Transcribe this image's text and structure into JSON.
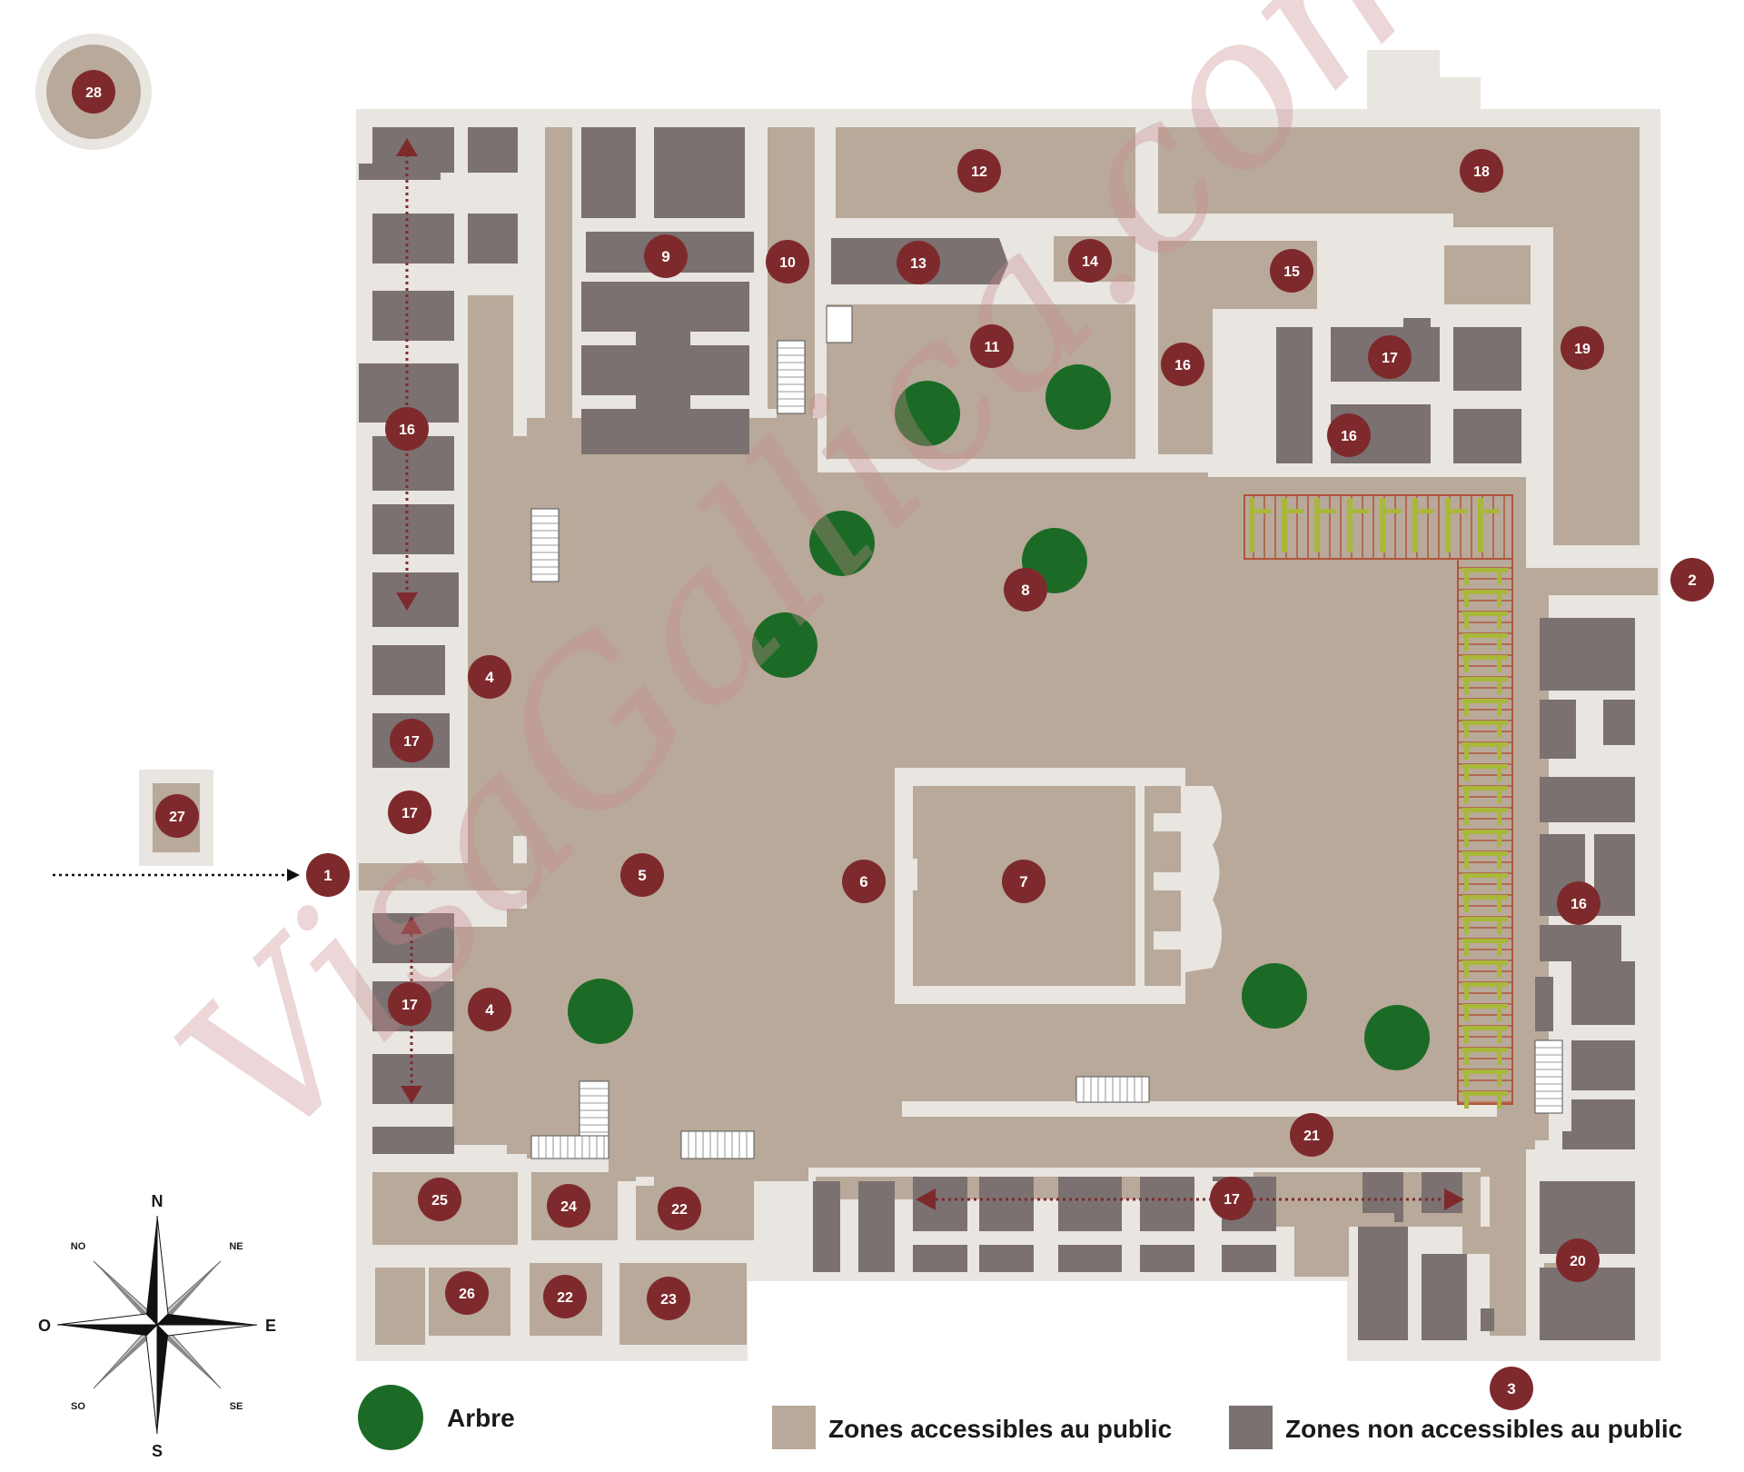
{
  "colors": {
    "wall": "#e9e5e0",
    "public": "#b8a99a",
    "restricted": "#7b7170",
    "marker": "#7e2a2c",
    "tree": "#1b6b26",
    "vine": "#a8b83a",
    "trellis": "#b0553a",
    "watermark": "#c98a8d"
  },
  "markers": [
    {
      "id": "m28",
      "label": "28"
    },
    {
      "id": "m1",
      "label": "1"
    },
    {
      "id": "m2",
      "label": "2"
    },
    {
      "id": "m3",
      "label": "3"
    },
    {
      "id": "m4a",
      "label": "4"
    },
    {
      "id": "m4b",
      "label": "4"
    },
    {
      "id": "m5",
      "label": "5"
    },
    {
      "id": "m6",
      "label": "6"
    },
    {
      "id": "m7",
      "label": "7"
    },
    {
      "id": "m8",
      "label": "8"
    },
    {
      "id": "m9",
      "label": "9"
    },
    {
      "id": "m10",
      "label": "10"
    },
    {
      "id": "m11",
      "label": "11"
    },
    {
      "id": "m12",
      "label": "12"
    },
    {
      "id": "m13",
      "label": "13"
    },
    {
      "id": "m14",
      "label": "14"
    },
    {
      "id": "m15",
      "label": "15"
    },
    {
      "id": "m16a",
      "label": "16"
    },
    {
      "id": "m16b",
      "label": "16"
    },
    {
      "id": "m16c",
      "label": "16"
    },
    {
      "id": "m16d",
      "label": "16"
    },
    {
      "id": "m17a",
      "label": "17"
    },
    {
      "id": "m17b",
      "label": "17"
    },
    {
      "id": "m17c",
      "label": "17"
    },
    {
      "id": "m17d",
      "label": "17"
    },
    {
      "id": "m17e",
      "label": "17"
    },
    {
      "id": "m18",
      "label": "18"
    },
    {
      "id": "m19",
      "label": "19"
    },
    {
      "id": "m20",
      "label": "20"
    },
    {
      "id": "m21",
      "label": "21"
    },
    {
      "id": "m22a",
      "label": "22"
    },
    {
      "id": "m22b",
      "label": "22"
    },
    {
      "id": "m23",
      "label": "23"
    },
    {
      "id": "m24",
      "label": "24"
    },
    {
      "id": "m25",
      "label": "25"
    },
    {
      "id": "m26",
      "label": "26"
    },
    {
      "id": "m27",
      "label": "27"
    }
  ],
  "legend": {
    "tree": "Arbre",
    "public": "Zones accessibles au public",
    "restricted": "Zones non accessibles au public"
  },
  "compass": {
    "n": "N",
    "s": "S",
    "e": "E",
    "o": "O",
    "ne": "NE",
    "no": "NO",
    "se": "SE",
    "so": "SO"
  },
  "watermark": "VisaGallica.com"
}
